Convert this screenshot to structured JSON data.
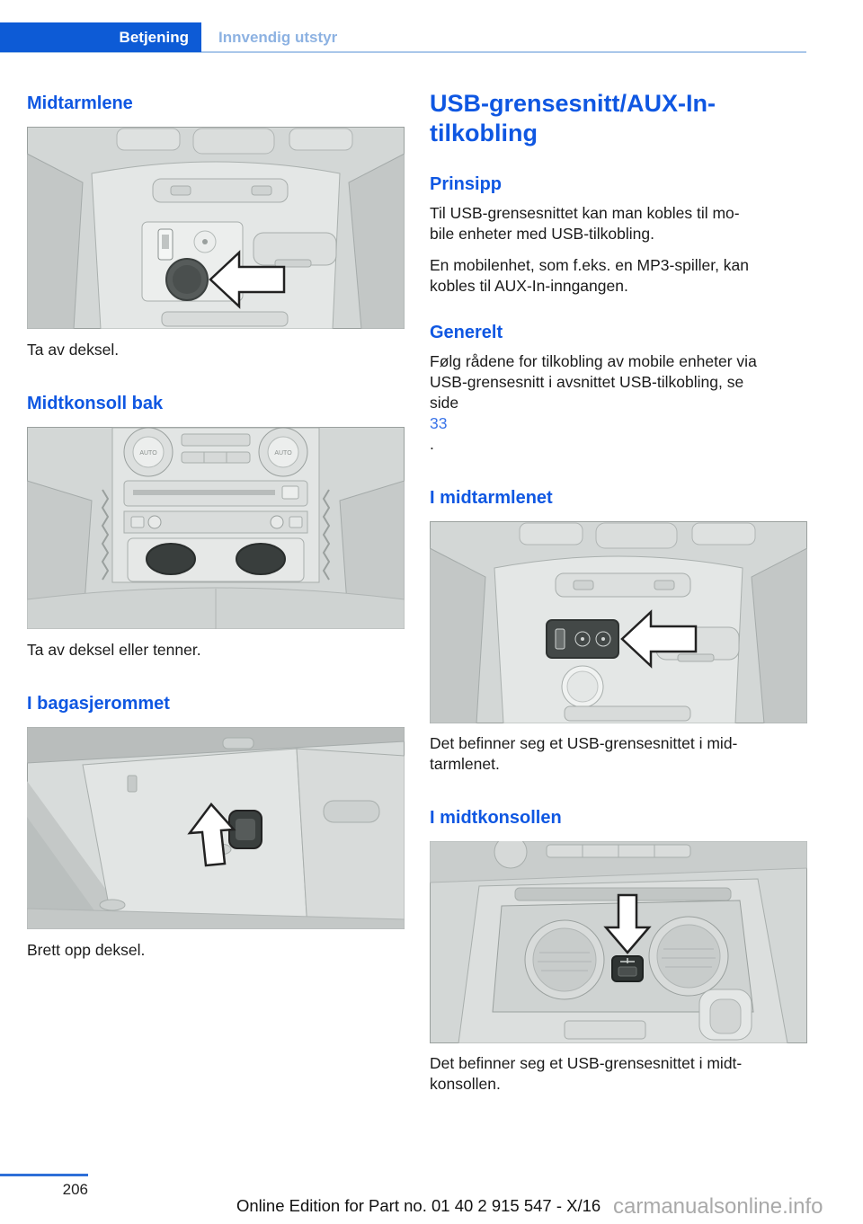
{
  "header": {
    "active_tab": "Betjening",
    "section_tab": "Innvendig utstyr"
  },
  "left_column": {
    "sections": [
      {
        "heading": "Midtarmlene",
        "figure": "armrest-aux-cover-illustration",
        "caption": "Ta av deksel."
      },
      {
        "heading": "Midtkonsoll bak",
        "figure": "rear-center-console-illustration",
        "caption": "Ta av deksel eller tenner."
      },
      {
        "heading": "I bagasjerommet",
        "figure": "luggage-compartment-socket-illustration",
        "caption": "Brett opp deksel."
      }
    ]
  },
  "right_column": {
    "title": {
      "line1": "USB-grensesnitt/AUX-In-",
      "line2": "tilkobling"
    },
    "prinsipp": {
      "heading": "Prinsipp",
      "p1": {
        "line1": "Til USB-grensesnittet kan man kobles til mo-",
        "line2": "bile enheter med USB-tilkobling."
      },
      "p2": {
        "line1": "En mobilenhet, som f.eks. en MP3-spiller, kan",
        "line2": "kobles til AUX-In-inngangen."
      }
    },
    "generelt": {
      "heading": "Generelt",
      "line1": "Følg rådene for tilkobling av mobile enheter via",
      "line2": "USB-grensesnitt i avsnittet USB-tilkobling, se",
      "line3_prefix": "side ",
      "line3_link": "33",
      "line3_suffix": "."
    },
    "midtarmlenet": {
      "heading": "I midtarmlenet",
      "figure": "armrest-usb-aux-illustration",
      "p": {
        "line1": "Det befinner seg et USB-grensesnittet i mid-",
        "line2": "tarmlenet."
      }
    },
    "midtkonsollen": {
      "heading": "I midtkonsollen",
      "figure": "center-console-usb-illustration",
      "p": {
        "line1": "Det befinner seg et USB-grensesnittet i midt-",
        "line2": "konsollen."
      }
    }
  },
  "figures": {
    "rear_console": {
      "knob_label": "AUTO"
    }
  },
  "footer": {
    "page_number": "206",
    "edition_note": "Online Edition for Part no. 01 40 2 915 547 - X/16",
    "watermark": "carmanualsonline.info"
  },
  "colors": {
    "heading_blue": "#0f57e2",
    "tab_blue": "#0d5bd6",
    "tab_inactive_blue": "#8db2e2",
    "header_rule_blue": "#a9c7ea",
    "link_blue": "#3a74e8",
    "footer_rule_blue": "#2e6fd8",
    "watermark_gray": "#a9a9a9"
  }
}
